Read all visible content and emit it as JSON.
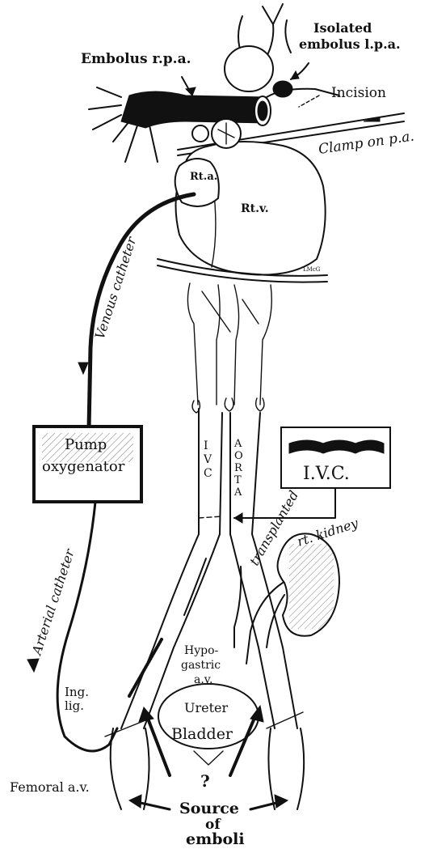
{
  "labels": {
    "isolated_embolus": "Isolated",
    "isolated_embolus_2": "embolus l.p.a.",
    "embolus_rpa": "Embolus r.p.a.",
    "incision": "Incision",
    "clamp": "Clamp on p.a.",
    "rt_a": "Rt.a.",
    "rt_v": "Rt.v.",
    "venous_catheter": "Venous catheter",
    "pump_1": "Pump",
    "pump_2": "oxygenator",
    "ivc_vertical": "I.V.C.",
    "aorta_vertical": "AORTA",
    "inset_ivc": "I.V.C.",
    "transplanted": "transplanted",
    "rt_kidney": "rt. kidney",
    "arterial_catheter": "Arterial catheter",
    "hypogastric_1": "Hypo-",
    "hypogastric_2": "gastric",
    "hypogastric_3": "a.v.",
    "ing_1": "Ing.",
    "ing_2": "lig.",
    "ureter": "Ureter",
    "bladder": "Bladder",
    "femoral": "Femoral a.v.",
    "question": "?",
    "source_1": "Source",
    "source_2": "of",
    "source_3": "emboli",
    "signature": "LMcG"
  },
  "colors": {
    "ink": "#111111",
    "paper": "#ffffff"
  }
}
